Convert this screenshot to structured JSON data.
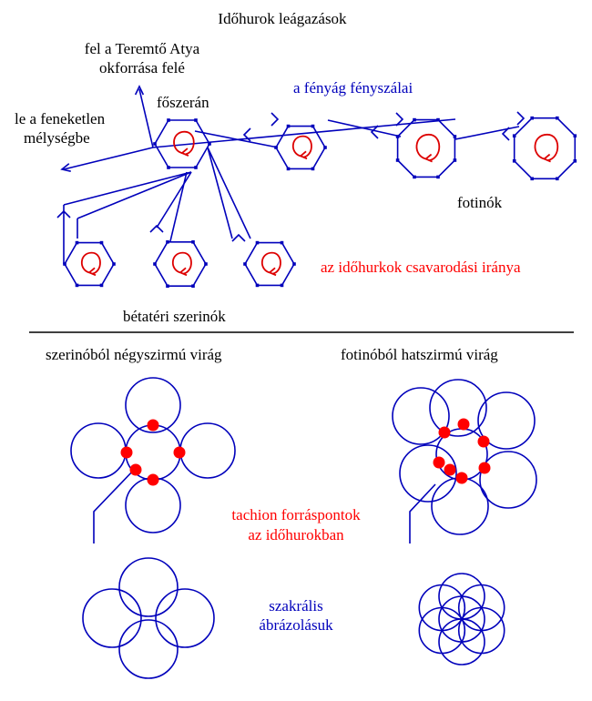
{
  "title": "Időhurok leágazások",
  "labels": {
    "up_line1": "fel a Teremtő Atya",
    "up_line2": "okforrása felé",
    "down_line1": "le a feneketlen",
    "down_line2": "mélységbe",
    "main_strand": "főszerán",
    "light_branch": "a fényág fényszálai",
    "photinos": "fotinók",
    "twist_direction": "az időhurkok csavarodási iránya",
    "betatric_serinos": "bétatéri szerinók",
    "four_petal_title": "szerinóból négyszirmú virág",
    "six_petal_title": "fotinóból hatszirmú virág",
    "tachyon_line1": "tachion forráspontok",
    "tachyon_line2": "az időhurokban",
    "sacral_line1": "szakrális",
    "sacral_line2": "ábrázolásuk"
  },
  "colors": {
    "line": "#0000bb",
    "vertex": "#0000bb",
    "spiral": "#dd0000",
    "dot": "#ff0000",
    "text": "#000000",
    "divider": "#000000"
  }
}
